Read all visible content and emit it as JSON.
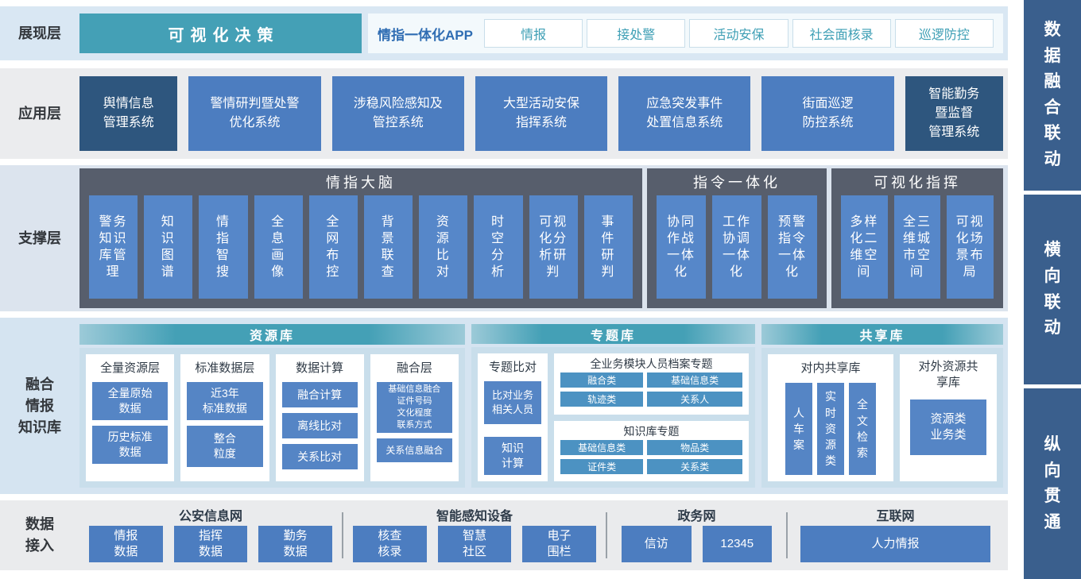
{
  "colors": {
    "teal": "#44A0B6",
    "blue": "#4C7DC0",
    "navy": "#2E567E",
    "panel_dark": "#575E6C",
    "sidebar": "#3A5F8D",
    "chip": "#4C92C2"
  },
  "presentation": {
    "label": "展现层",
    "decision": "可视化决策",
    "app_label": "情指一体化APP",
    "buttons": [
      "情报",
      "接处警",
      "活动安保",
      "社会面核录",
      "巡逻防控"
    ]
  },
  "application": {
    "label": "应用层",
    "systems": [
      "舆情信息\n管理系统",
      "警情研判暨处警\n优化系统",
      "涉稳风险感知及\n管控系统",
      "大型活动安保\n指挥系统",
      "应急突发事件\n处置信息系统",
      "街面巡逻\n防控系统",
      "智能勤务\n暨监督\n管理系统"
    ]
  },
  "support": {
    "label": "支撑层",
    "panels": [
      {
        "title": "情指大脑",
        "items": [
          "警务知识库管理",
          "知识图谱",
          "情指智搜",
          "全息画像",
          "全网布控",
          "背景联查",
          "资源比对",
          "时空分析",
          "可视化分析研判",
          "事件研判"
        ]
      },
      {
        "title": "指令一体化",
        "items": [
          "协同作战一体化",
          "工作协调一体化",
          "预警指令一体化"
        ]
      },
      {
        "title": "可视化指挥",
        "items": [
          "多样化二维空间",
          "全三维城市空间",
          "可视化场景布局"
        ]
      }
    ]
  },
  "knowledge": {
    "label": "融合\n情报\n知识库",
    "resource": {
      "title": "资源库",
      "columns": [
        {
          "title": "全量资源层",
          "boxes": [
            "全量原始\n数据",
            "历史标准\n数据"
          ]
        },
        {
          "title": "标准数据层",
          "boxes": [
            "近3年\n标准数据",
            "整合\n粒度"
          ]
        },
        {
          "title": "数据计算",
          "boxes": [
            "融合计算",
            "离线比对",
            "关系比对"
          ]
        },
        {
          "title": "融合层",
          "boxes": [
            "基础信息融合\n证件号码\n文化程度\n联系方式",
            "关系信息融合"
          ]
        }
      ]
    },
    "topic": {
      "title": "专题库",
      "compare": {
        "title": "专题比对",
        "boxes": [
          "比对业务\n相关人员",
          "知识\n计算"
        ]
      },
      "panels": [
        {
          "title": "全业务模块人员档案专题",
          "chips": [
            "融合类",
            "基础信息类",
            "轨迹类",
            "关系人"
          ]
        },
        {
          "title": "知识库专题",
          "chips": [
            "基础信息类",
            "物品类",
            "证件类",
            "关系类"
          ]
        }
      ]
    },
    "share": {
      "title": "共享库",
      "internal": {
        "title": "对内共享库",
        "boxes": [
          "人车案",
          "实时资源类",
          "全文检索"
        ]
      },
      "external": {
        "title": "对外资源共享库",
        "box": "资源类\n业务类"
      }
    }
  },
  "access": {
    "label": "数据\n接入",
    "groups": [
      {
        "title": "公安信息网",
        "boxes": [
          "情报\n数据",
          "指挥\n数据",
          "勤务\n数据"
        ]
      },
      {
        "title": "智能感知设备",
        "boxes": [
          "核查\n核录",
          "智慧\n社区",
          "电子\n围栏"
        ]
      },
      {
        "title": "政务网",
        "boxes": [
          "信访",
          "12345"
        ]
      },
      {
        "title": "互联网",
        "boxes": [
          "人力情报"
        ]
      }
    ]
  },
  "sidebar": {
    "items": [
      "数据融合联动",
      "横向联动",
      "纵向贯通"
    ]
  }
}
